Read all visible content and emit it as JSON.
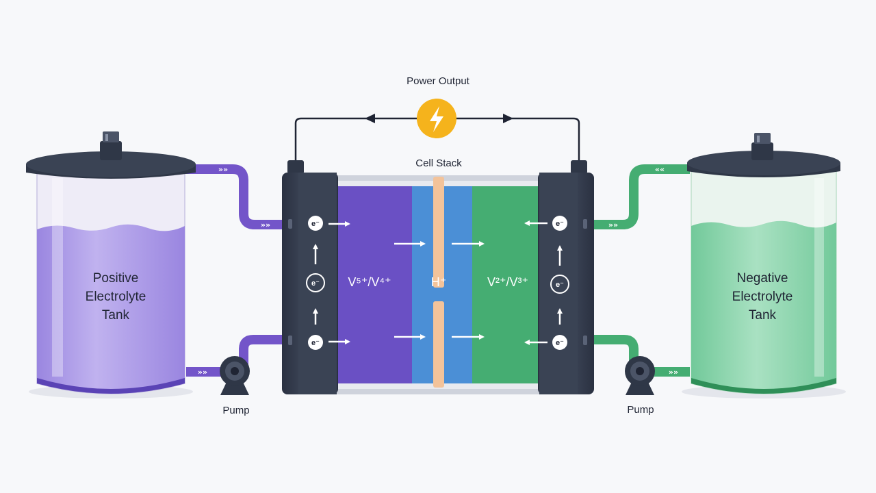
{
  "power_output": {
    "label": "Power Output",
    "icon": "lightning-bolt-icon"
  },
  "cell_stack": {
    "label": "Cell Stack"
  },
  "positive_tank": {
    "lines": [
      "Positive",
      "Electrolyte",
      "Tank"
    ],
    "color": "#7b63cc"
  },
  "negative_tank": {
    "lines": [
      "Negative",
      "Electrolyte",
      "Tank"
    ],
    "color": "#3fa86a"
  },
  "pumps": {
    "left": "Pump",
    "right": "Pump"
  },
  "ions": {
    "positive": "V⁵⁺/V⁴⁺",
    "membrane": "H⁺",
    "negative": "V²⁺/V³⁺"
  },
  "electron": "e⁻",
  "flow_marks": {
    "forward": "»»",
    "backward": "««"
  },
  "colors": {
    "purple": "#6a50c4",
    "green": "#45ad72",
    "blue": "#4b8fd6",
    "membrane": "#f3c39a",
    "frame": "#2f3747",
    "bolt": "#f5b31c"
  }
}
